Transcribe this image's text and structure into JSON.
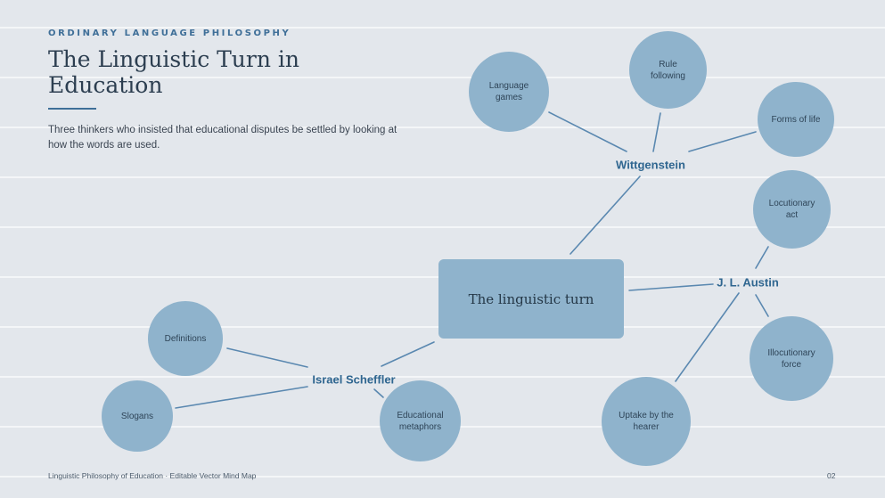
{
  "header": {
    "kicker": "ORDINARY LANGUAGE PHILOSOPHY",
    "title": "The Linguistic Turn in Education",
    "subtitle": "Three thinkers who insisted that educational disputes be settled by looking at how the words are used."
  },
  "diagram": {
    "center": "The linguistic turn",
    "thinkers": {
      "wittgenstein": {
        "name": "Wittgenstein",
        "ideas": [
          "Language games",
          "Rule following",
          "Forms of life"
        ]
      },
      "austin": {
        "name": "J. L. Austin",
        "ideas": [
          "Locutionary act",
          "Illocutionary force",
          "Uptake by the hearer"
        ]
      },
      "scheffler": {
        "name": "Israel Scheffler",
        "ideas": [
          "Definitions",
          "Slogans",
          "Educational metaphors"
        ]
      }
    }
  },
  "footer": {
    "caption": "Linguistic Philosophy of Education · Editable Vector Mind Map",
    "page": "02"
  },
  "colors": {
    "background": "#e3e7ec",
    "node_fill": "#8fb3cc",
    "accent": "#3f6f98",
    "link": "#5a88b0"
  }
}
